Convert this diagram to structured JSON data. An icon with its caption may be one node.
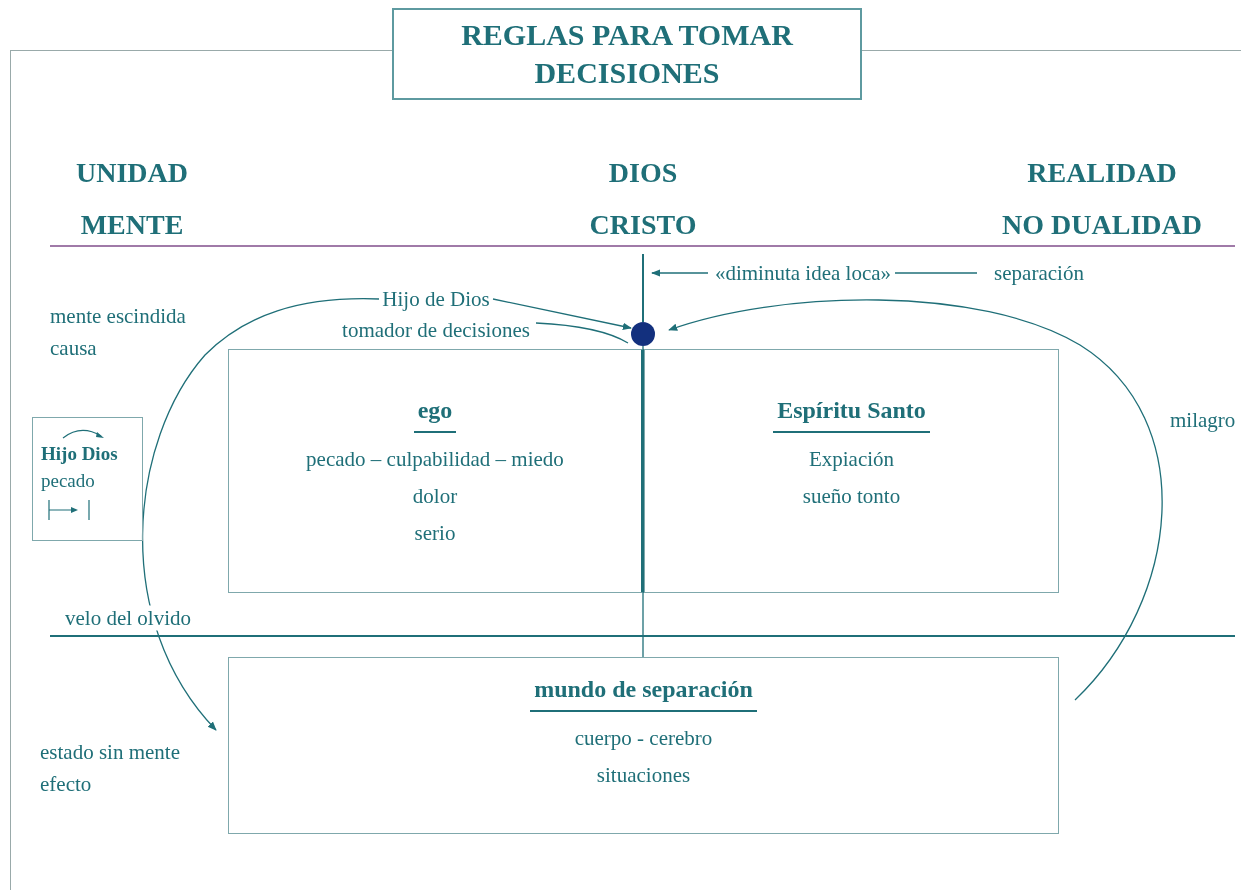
{
  "diagram": {
    "title": "REGLAS PARA TOMAR DECISIONES",
    "nodes": [
      {
        "text": [
          "Hijo de Dios"
        ]
      },
      {
        "text": [
          "tomador de decisiones"
        ]
      },
      {
        "text": [],
        "shape": "circle"
      },
      {
        "text": [
          "«diminuta idea loca»"
        ]
      },
      {
        "text": [
          "separación"
        ]
      },
      {
        "text": [
          "ego",
          "pecado – culpabilidad – miedo",
          "dolor",
          "serio"
        ]
      },
      {
        "text": [
          "Espíritu Santo",
          "Expiación",
          "sueño tonto"
        ]
      },
      {
        "text": [
          "mundo de separación",
          "cuerpo - cerebro",
          "situaciones"
        ]
      },
      {
        "text": [
          "Hijo Dios",
          "pecado"
        ]
      }
    ],
    "edges": [
      {
        "from": 0,
        "to": 2,
        "arrow": "to"
      },
      {
        "from": 1,
        "to": 2,
        "arrow": "none"
      },
      {
        "from": 3,
        "to": null,
        "arrow": "to"
      },
      {
        "from": 3,
        "to": 4,
        "arrow": "none"
      },
      {
        "from": 0,
        "to": 7,
        "arrow": "to"
      },
      {
        "from": 7,
        "to": 2,
        "arrow": "to",
        "label": "milagro"
      },
      {
        "from": 2,
        "to": 7,
        "arrow": "none"
      }
    ],
    "labels": [
      "UNIDAD",
      "DIOS",
      "REALIDAD",
      "MENTE",
      "CRISTO",
      "NO DUALIDAD",
      "mente escindida",
      "causa",
      "velo del olvido",
      "estado sin mente",
      "efecto"
    ]
  }
}
